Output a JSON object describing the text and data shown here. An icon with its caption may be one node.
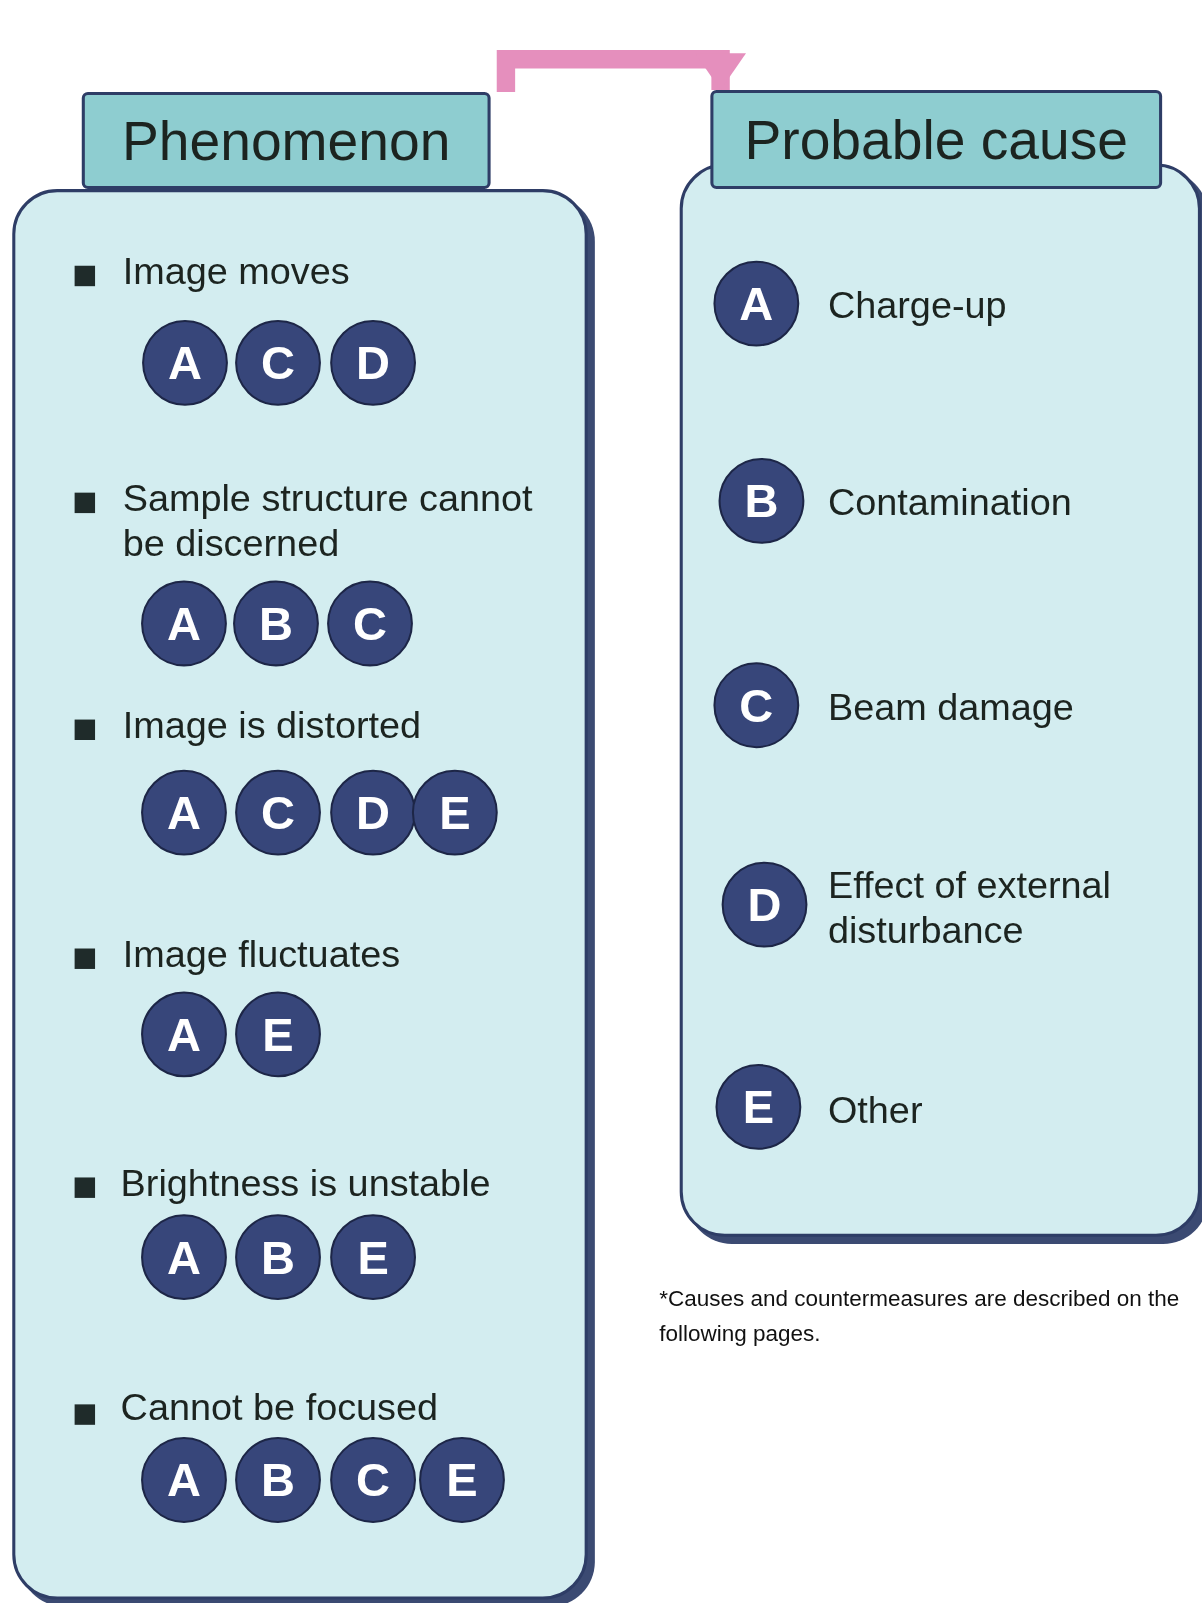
{
  "diagram": {
    "nodes": [
      {
        "text": [
          "Phenomenon"
        ]
      },
      {
        "text": [
          "A"
        ],
        "in": 0
      },
      {
        "text": [
          "C"
        ],
        "in": 0
      },
      {
        "text": [
          "D"
        ],
        "in": 0
      },
      {
        "text": [
          "A"
        ],
        "in": 0
      },
      {
        "text": [
          "B"
        ],
        "in": 0
      },
      {
        "text": [
          "C"
        ],
        "in": 0
      },
      {
        "text": [
          "A"
        ],
        "in": 0
      },
      {
        "text": [
          "C"
        ],
        "in": 0
      },
      {
        "text": [
          "D"
        ],
        "in": 0
      },
      {
        "text": [
          "E"
        ],
        "in": 0
      },
      {
        "text": [
          "A"
        ],
        "in": 0
      },
      {
        "text": [
          "E"
        ],
        "in": 0
      },
      {
        "text": [
          "A"
        ],
        "in": 0
      },
      {
        "text": [
          "B"
        ],
        "in": 0
      },
      {
        "text": [
          "E"
        ],
        "in": 0
      },
      {
        "text": [
          "A"
        ],
        "in": 0
      },
      {
        "text": [
          "B"
        ],
        "in": 0
      },
      {
        "text": [
          "C"
        ],
        "in": 0
      },
      {
        "text": [
          "E"
        ],
        "in": 0
      },
      {
        "text": [
          "Probable cause"
        ]
      },
      {
        "text": [
          "A"
        ],
        "in": 20,
        "beside": [
          "Charge-up"
        ]
      },
      {
        "text": [
          "B"
        ],
        "in": 20,
        "beside": [
          "Contamination"
        ]
      },
      {
        "text": [
          "C"
        ],
        "in": 20,
        "beside": [
          "Beam damage"
        ]
      },
      {
        "text": [
          "D"
        ],
        "in": 20,
        "beside": [
          "Effect of external disturbance"
        ]
      },
      {
        "text": [
          "E"
        ],
        "in": 20,
        "beside": [
          "Other"
        ]
      }
    ],
    "edges": [
      {
        "from": 0,
        "to": 20,
        "arrow": "to",
        "color": "#e58fbd"
      }
    ],
    "labels": [
      "Image moves",
      "Sample structure cannot be discerned",
      "Image is distorted",
      "Image fluctuates",
      "Brightness is unstable",
      "Cannot be focused",
      "*Causes and countermeasures are described on the following pages."
    ]
  }
}
